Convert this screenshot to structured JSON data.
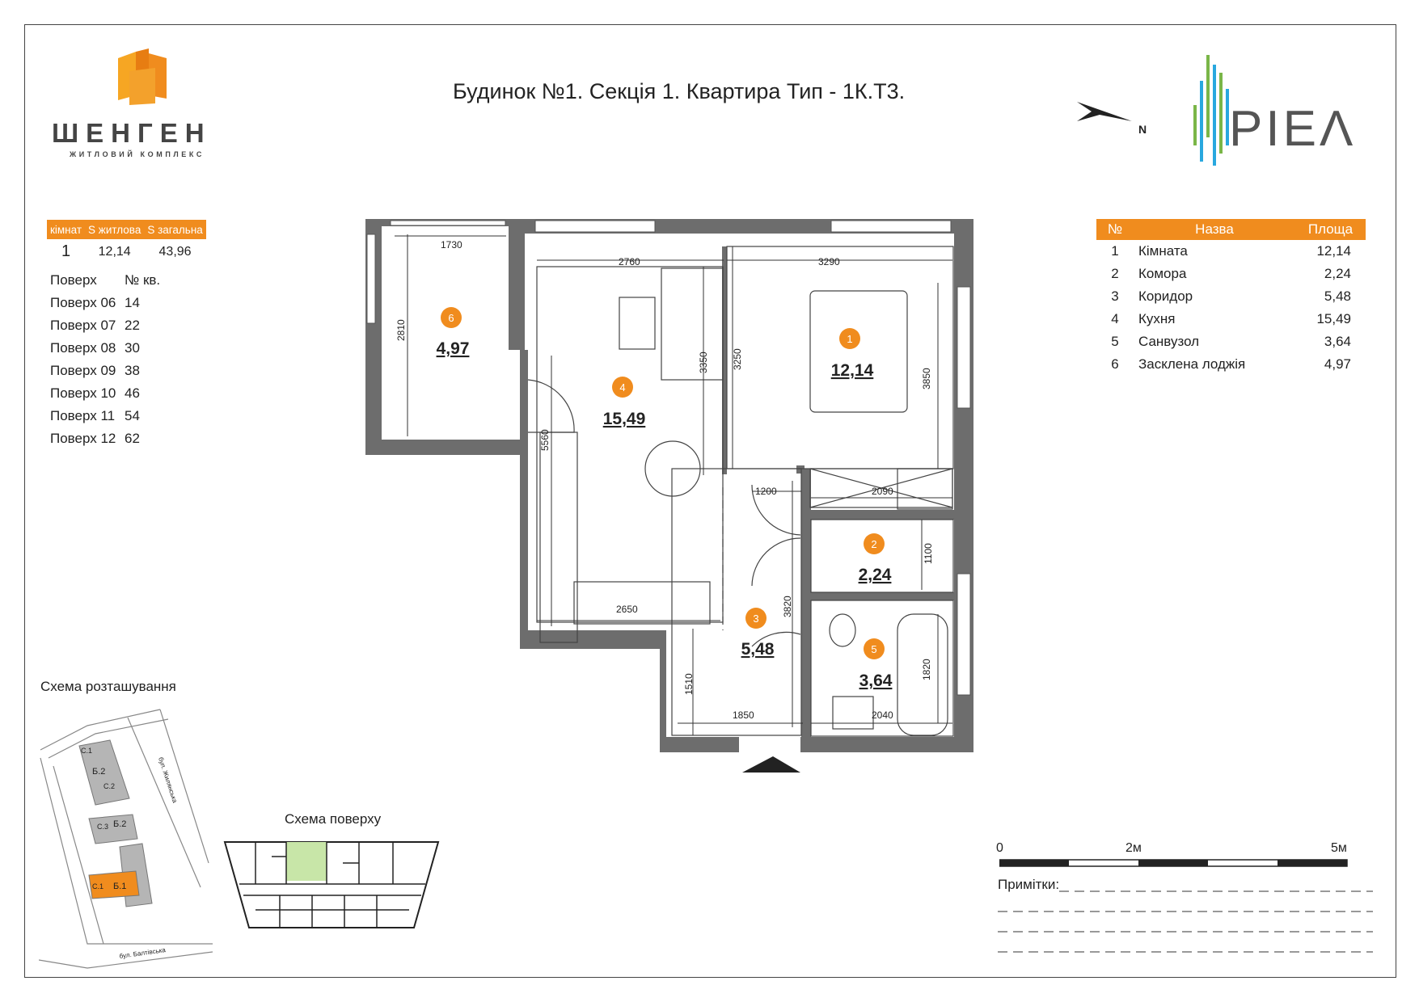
{
  "title": "Будинок №1. Секція 1. Квартира Тип - 1К.Т3.",
  "logo": {
    "name": "ШЕНГЕН",
    "tagline": "ЖИТЛОВИЙ КОМПЛЕКС",
    "brand_color": "#f08c1e"
  },
  "developer_logo": {
    "name": "PIEΛ"
  },
  "north_label": "N",
  "summary": {
    "headers": [
      "кімнат",
      "S житлова",
      "S загальна"
    ],
    "values": [
      "1",
      "12,14",
      "43,96"
    ]
  },
  "floors": {
    "headers": [
      "Поверх",
      "№ кв."
    ],
    "rows": [
      [
        "Поверх 06",
        "14"
      ],
      [
        "Поверх 07",
        "22"
      ],
      [
        "Поверх 08",
        "30"
      ],
      [
        "Поверх 09",
        "38"
      ],
      [
        "Поверх 10",
        "46"
      ],
      [
        "Поверх 11",
        "54"
      ],
      [
        "Поверх 12",
        "62"
      ]
    ]
  },
  "rooms_table": {
    "headers": [
      "№",
      "Назва",
      "Площа"
    ],
    "rows": [
      [
        "1",
        "Кімната",
        "12,14"
      ],
      [
        "2",
        "Комора",
        "2,24"
      ],
      [
        "3",
        "Коридор",
        "5,48"
      ],
      [
        "4",
        "Кухня",
        "15,49"
      ],
      [
        "5",
        "Санвузол",
        "3,64"
      ],
      [
        "6",
        "Засклена лоджія",
        "4,97"
      ]
    ]
  },
  "plan": {
    "rooms": [
      {
        "num": "1",
        "area": "12,14"
      },
      {
        "num": "2",
        "area": "2,24"
      },
      {
        "num": "3",
        "area": "5,48"
      },
      {
        "num": "4",
        "area": "15,49"
      },
      {
        "num": "5",
        "area": "3,64"
      },
      {
        "num": "6",
        "area": "4,97"
      }
    ],
    "dimensions": [
      "1730",
      "2760",
      "3290",
      "2810",
      "3350",
      "3250",
      "3850",
      "5560",
      "1200",
      "2090",
      "1100",
      "2650",
      "3820",
      "1510",
      "1850",
      "2040",
      "1820"
    ]
  },
  "location_scheme": {
    "title": "Схема розташування",
    "labels": [
      "С.1",
      "Б.2",
      "С.2",
      "С.3",
      "Б.2",
      "С.1",
      "Б.1"
    ],
    "street_1": "бул. Жилянська",
    "street_2": "бул. Балтівська"
  },
  "floor_scheme": {
    "title": "Схема поверху"
  },
  "scale": {
    "labels": [
      "0",
      "2м",
      "5м"
    ]
  },
  "notes_label": "Примітки:",
  "colors": {
    "accent": "#f08c1e",
    "wall": "#6d6d6d",
    "highlight_green": "#c8e6a8"
  }
}
